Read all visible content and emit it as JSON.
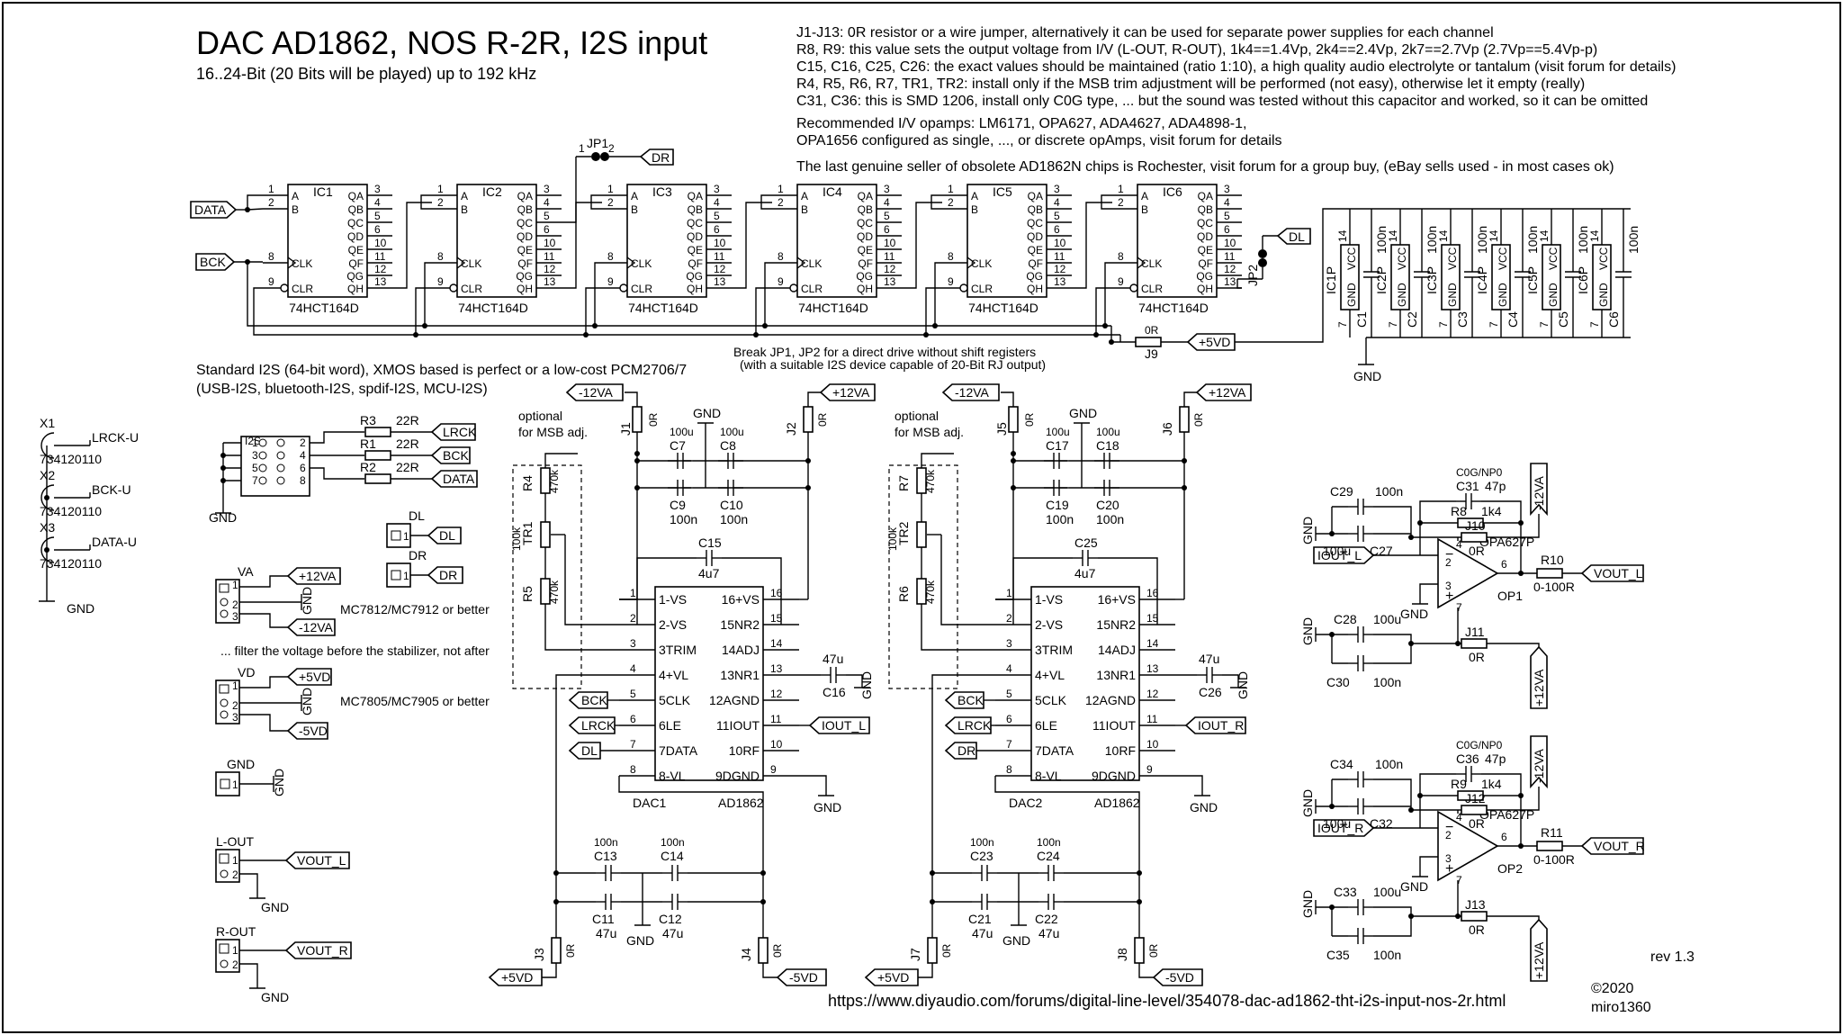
{
  "header": {
    "title": "DAC AD1862, NOS R-2R, I2S input",
    "subtitle": "16..24-Bit (20 Bits will be played) up to 192 kHz"
  },
  "notes": [
    "J1-J13: 0R resistor or a wire jumper, alternatively it can be used for separate power supplies for each channel",
    "R8, R9: this value sets the output voltage from I/V (L-OUT, R-OUT), 1k4==1.4Vp, 2k4==2.4Vp, 2k7==2.7Vp (2.7Vp==5.4Vp-p)",
    "C15, C16, C25, C26: the exact values should be maintained (ratio 1:10), a high quality audio electrolyte or tantalum (visit forum for details)",
    "R4, R5, R6, R7, TR1, TR2: install only if the MSB trim adjustment will be performed (not easy), otherwise let it empty (really)",
    "C31, C36: this is SMD 1206, install only C0G type, ... but the sound was tested without this capacitor and worked, so it can be omitted",
    "Recommended I/V opamps: LM6171, OPA627, ADA4627, ADA4898-1,",
    "OPA1656 configured as single, ..., or discrete opAmps, visit forum for details",
    "The last genuine seller of obsolete AD1862N chips is Rochester, visit forum for a group buy, (eBay sells used - in most cases ok)"
  ],
  "shift_registers": {
    "part": "74HCT164D",
    "refs": [
      "IC1",
      "IC2",
      "IC3",
      "IC4",
      "IC5",
      "IC6"
    ],
    "pins_left": [
      "A",
      "B",
      "CLK",
      "CLR"
    ],
    "pins_right": [
      "QA",
      "QB",
      "QC",
      "QD",
      "QE",
      "QF",
      "QG",
      "QH"
    ],
    "pin_nums_left": [
      "1",
      "2",
      "8",
      "9"
    ],
    "pin_nums_right": [
      "3",
      "4",
      "5",
      "6",
      "10",
      "11",
      "12",
      "13"
    ]
  },
  "decoupling": {
    "refs": [
      "IC1P",
      "IC2P",
      "IC3P",
      "IC4P",
      "IC5P",
      "IC6P"
    ],
    "caps": [
      "C1",
      "C2",
      "C3",
      "C4",
      "C5",
      "C6"
    ],
    "value": "100n",
    "vcc": "VCC",
    "gnd": "GND",
    "pin_vcc": "14",
    "pin_gnd": "7"
  },
  "ports": {
    "data": "DATA",
    "bck": "BCK",
    "lrck": "LRCK",
    "dr": "DR",
    "dl": "DL",
    "p5vd": "+5VD",
    "m5vd": "-5VD",
    "p12va": "+12VA",
    "m12va": "-12VA",
    "gnd": "GND",
    "iout_l": "IOUT_L",
    "iout_r": "IOUT_R",
    "vout_l": "VOUT_L",
    "vout_r": "VOUT_R"
  },
  "jumpers": {
    "jp1": "JP1",
    "jp2": "JP2",
    "j9": "J9",
    "j9_val": "0R"
  },
  "break_note": [
    "Break JP1, JP2 for a direct drive without shift registers",
    "(with a suitable I2S device capable of 20-Bit RJ output)"
  ],
  "i2s_note": [
    "Standard I2S (64-bit word), XMOS based is perfect or a low-cost PCM2706/7",
    "(USB-I2S, bluetooth-I2S, spdif-I2S, MCU-I2S)"
  ],
  "i2s_header": {
    "ref": "I2S",
    "pins": [
      "1",
      "2",
      "3",
      "4",
      "5",
      "6",
      "7",
      "8"
    ],
    "res": [
      {
        "ref": "R3",
        "val": "22R"
      },
      {
        "ref": "R1",
        "val": "22R"
      },
      {
        "ref": "R2",
        "val": "22R"
      }
    ]
  },
  "coax": [
    {
      "ref": "X1",
      "part": "734120110",
      "sig": "LRCK-U"
    },
    {
      "ref": "X2",
      "part": "734120110",
      "sig": "BCK-U"
    },
    {
      "ref": "X3",
      "part": "734120110",
      "sig": "DATA-U"
    }
  ],
  "connectors": {
    "dl": "DL",
    "dr": "DR",
    "va": "VA",
    "vd": "VD",
    "gnd": "GND",
    "lout": "L-OUT",
    "rout": "R-OUT",
    "va_note": "MC7812/MC7912 or better",
    "filter_note": "... filter the voltage before the stabilizer, not after",
    "vd_note": "MC7805/MC7905 or better",
    "p1": "1",
    "p2": "2",
    "p3": "3"
  },
  "dac_left": {
    "ref": "DAC1",
    "part": "AD1862",
    "optional": "optional",
    "msb": "for MSB adj.",
    "j_top_l": "J1",
    "j_top_r": "J2",
    "jv": "0R",
    "c_l": "C7",
    "c_r": "C8",
    "c_lv": "100u",
    "c_rv": "100u",
    "c_l2": "C9",
    "c_r2": "C10",
    "c_l2v": "100n",
    "c_r2v": "100n",
    "r_top": "R4",
    "r_bot": "R5",
    "rv": "470k",
    "tr": "TR1",
    "trv": "100k",
    "c_nr": "C15",
    "c_nrv": "4u7",
    "c_ref": "C16",
    "c_refv": "47u",
    "c_b1": "C13",
    "c_b2": "C14",
    "c_b1v": "100n",
    "c_b2v": "100n",
    "c_b3": "C11",
    "c_b4": "C12",
    "c_b3v": "47u",
    "c_b4v": "47u",
    "j_bot_l": "J3",
    "j_bot_r": "J4",
    "data_in": "DL",
    "iout": "IOUT_L"
  },
  "dac_right": {
    "ref": "DAC2",
    "part": "AD1862",
    "optional": "optional",
    "msb": "for MSB adj.",
    "j_top_l": "J5",
    "j_top_r": "J6",
    "jv": "0R",
    "c_l": "C17",
    "c_r": "C18",
    "c_lv": "100u",
    "c_rv": "100u",
    "c_l2": "C19",
    "c_r2": "C20",
    "c_l2v": "100n",
    "c_r2v": "100n",
    "r_top": "R7",
    "r_bot": "R6",
    "rv": "470k",
    "tr": "TR2",
    "trv": "100k",
    "c_nr": "C25",
    "c_nrv": "4u7",
    "c_ref": "C26",
    "c_refv": "47u",
    "c_b1": "C23",
    "c_b2": "C24",
    "c_b1v": "100n",
    "c_b2v": "100n",
    "c_b3": "C21",
    "c_b4": "C22",
    "c_b3v": "47u",
    "c_b4v": "47u",
    "j_bot_l": "J7",
    "j_bot_r": "J8",
    "data_in": "DR",
    "iout": "IOUT_R"
  },
  "dac_pins_left": [
    "1-VS",
    "2-VS",
    "3TRIM",
    "4+VL",
    "5CLK",
    "6LE",
    "7DATA",
    "8-VL"
  ],
  "dac_pins_right": [
    "16+VS",
    "15NR2",
    "14ADJ",
    "13NR1",
    "12AGND",
    "11IOUT",
    "10RF",
    "9DGND"
  ],
  "dac_pin_nums_left": [
    "1",
    "2",
    "3",
    "4",
    "5",
    "6",
    "7",
    "8"
  ],
  "dac_pin_nums_right": [
    "16",
    "15",
    "14",
    "13",
    "12",
    "11",
    "10",
    "9"
  ],
  "opamp_left": {
    "ref": "OP1",
    "part": "OPA627P",
    "c0g": "C0G/NP0",
    "cf": "C31",
    "cfv": "47p",
    "rf": "R8",
    "rfv": "1k4",
    "j_a": "J10",
    "j_b": "J11",
    "jv": "0R",
    "rout": "R10",
    "routv": "0-100R",
    "c_a": "C29",
    "c_av": "100n",
    "c_b": "C27",
    "c_bv": "100u",
    "c_c": "C28",
    "c_cv": "100u",
    "c_d": "C30",
    "c_dv": "100n",
    "pins": [
      "2",
      "3",
      "4",
      "6",
      "7"
    ]
  },
  "opamp_right": {
    "ref": "OP2",
    "part": "OPA627P",
    "c0g": "C0G/NP0",
    "cf": "C36",
    "cfv": "47p",
    "rf": "R9",
    "rfv": "1k4",
    "j_a": "J12",
    "j_b": "J13",
    "jv": "0R",
    "rout": "R11",
    "routv": "0-100R",
    "c_a": "C34",
    "c_av": "100n",
    "c_b": "C32",
    "c_bv": "100u",
    "c_c": "C33",
    "c_cv": "100u",
    "c_d": "C35",
    "c_dv": "100n",
    "pins": [
      "2",
      "3",
      "4",
      "6",
      "7"
    ]
  },
  "footer": {
    "url": "https://www.diyaudio.com/forums/digital-line-level/354078-dac-ad1862-tht-i2s-input-nos-2r.html",
    "rev": "rev 1.3",
    "copyright": "©2020",
    "author": "miro1360"
  }
}
